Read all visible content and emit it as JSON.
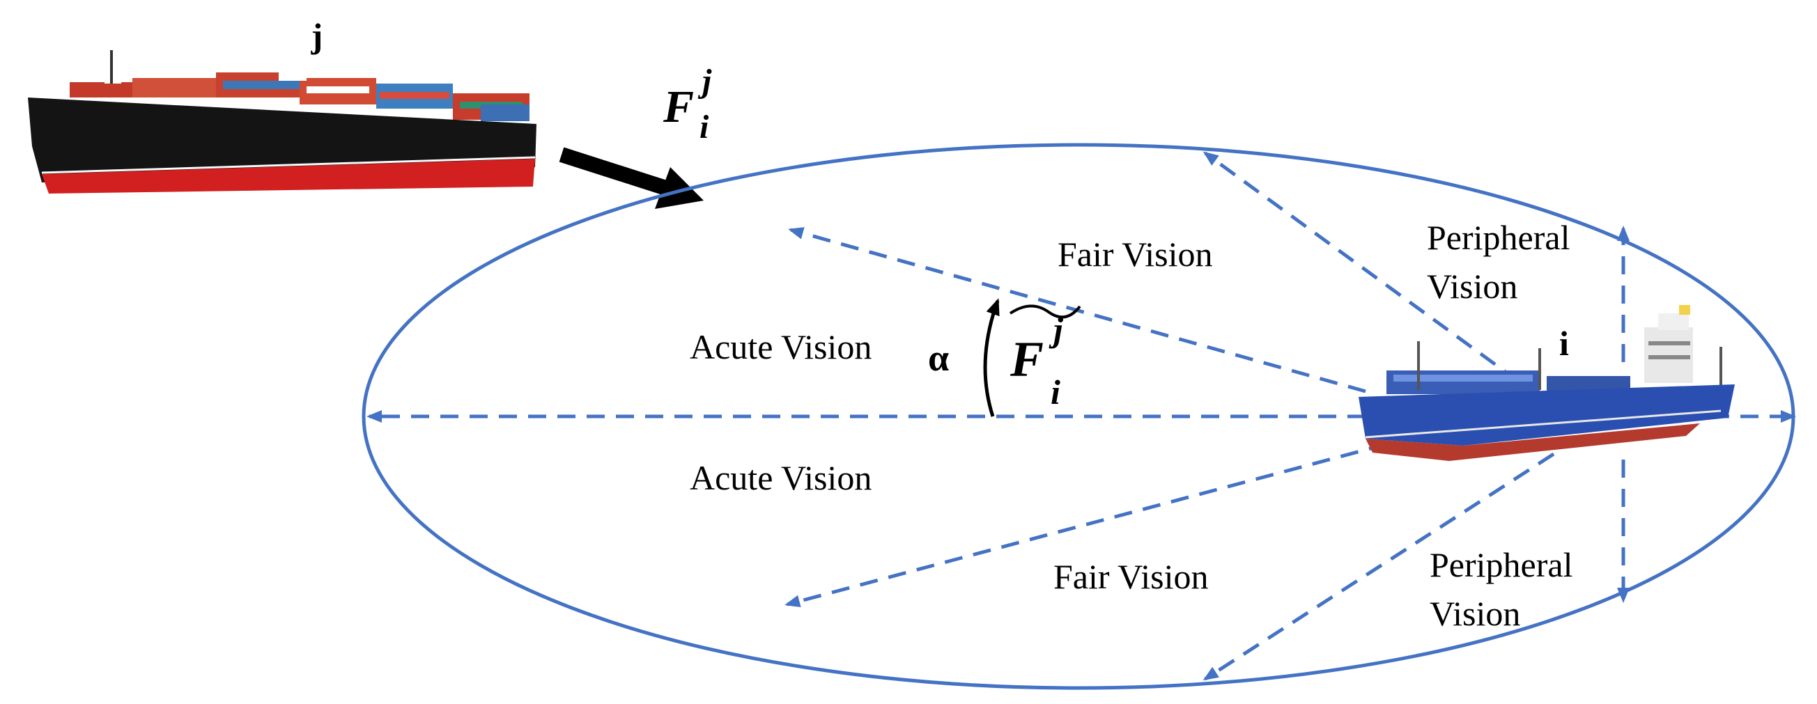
{
  "ships": {
    "other_label": "j",
    "own_label": "i"
  },
  "force": {
    "symbol": "F",
    "superscript": "j",
    "subscript": "i"
  },
  "angle_symbol": "α",
  "zones": {
    "fair_upper": "Fair Vision",
    "fair_lower": "Fair Vision",
    "acute_upper": "Acute Vision",
    "acute_lower": "Acute Vision",
    "peripheral_upper_line1": "Peripheral",
    "peripheral_upper_line2": "Vision",
    "peripheral_lower_line1": "Peripheral",
    "peripheral_lower_line2": "Vision"
  },
  "colors": {
    "ellipse": "#4472C4",
    "dashed_lines": "#4472C4",
    "arrow": "#000000",
    "hull_black": "#141414",
    "hull_red": "#d21f1f",
    "hull_blue": "#2a4fb0",
    "hull_red_own": "#b43a2e"
  }
}
